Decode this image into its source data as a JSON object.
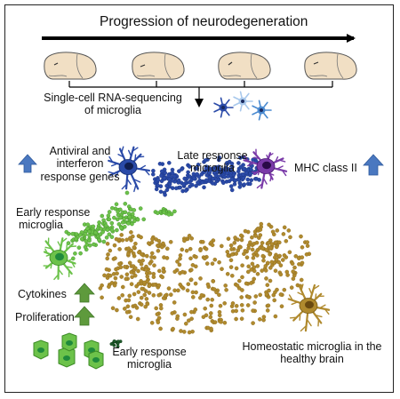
{
  "title": "Progression of neurodegeneration",
  "labels": {
    "scrnaseq_line1": "Single-cell RNA-sequencing",
    "scrnaseq_line2": "of microglia",
    "antiviral_line1": "Antiviral and",
    "antiviral_line2": "interferon",
    "antiviral_line3": "response genes",
    "late_line1": "Late response",
    "late_line2": "microglia",
    "mhc": "MHC class II",
    "early_line1": "Early response",
    "early_line2": "microglia",
    "cytokines": "Cytokines",
    "proliferation": "Proliferation",
    "early_bottom_line1": "Early response",
    "early_bottom_line2": "microglia",
    "homeostatic_line1": "Homeostatic microglia in the",
    "homeostatic_line2": "healthy brain"
  },
  "colors": {
    "homeostatic": "#b08a2e",
    "early": "#6cc24a",
    "late": "#2a4aa8",
    "mhc": "#6b2f9a",
    "up_arrow_blue": "#4a78c0",
    "up_arrow_green": "#5e9a3c",
    "brain": "#f1dfc4"
  }
}
